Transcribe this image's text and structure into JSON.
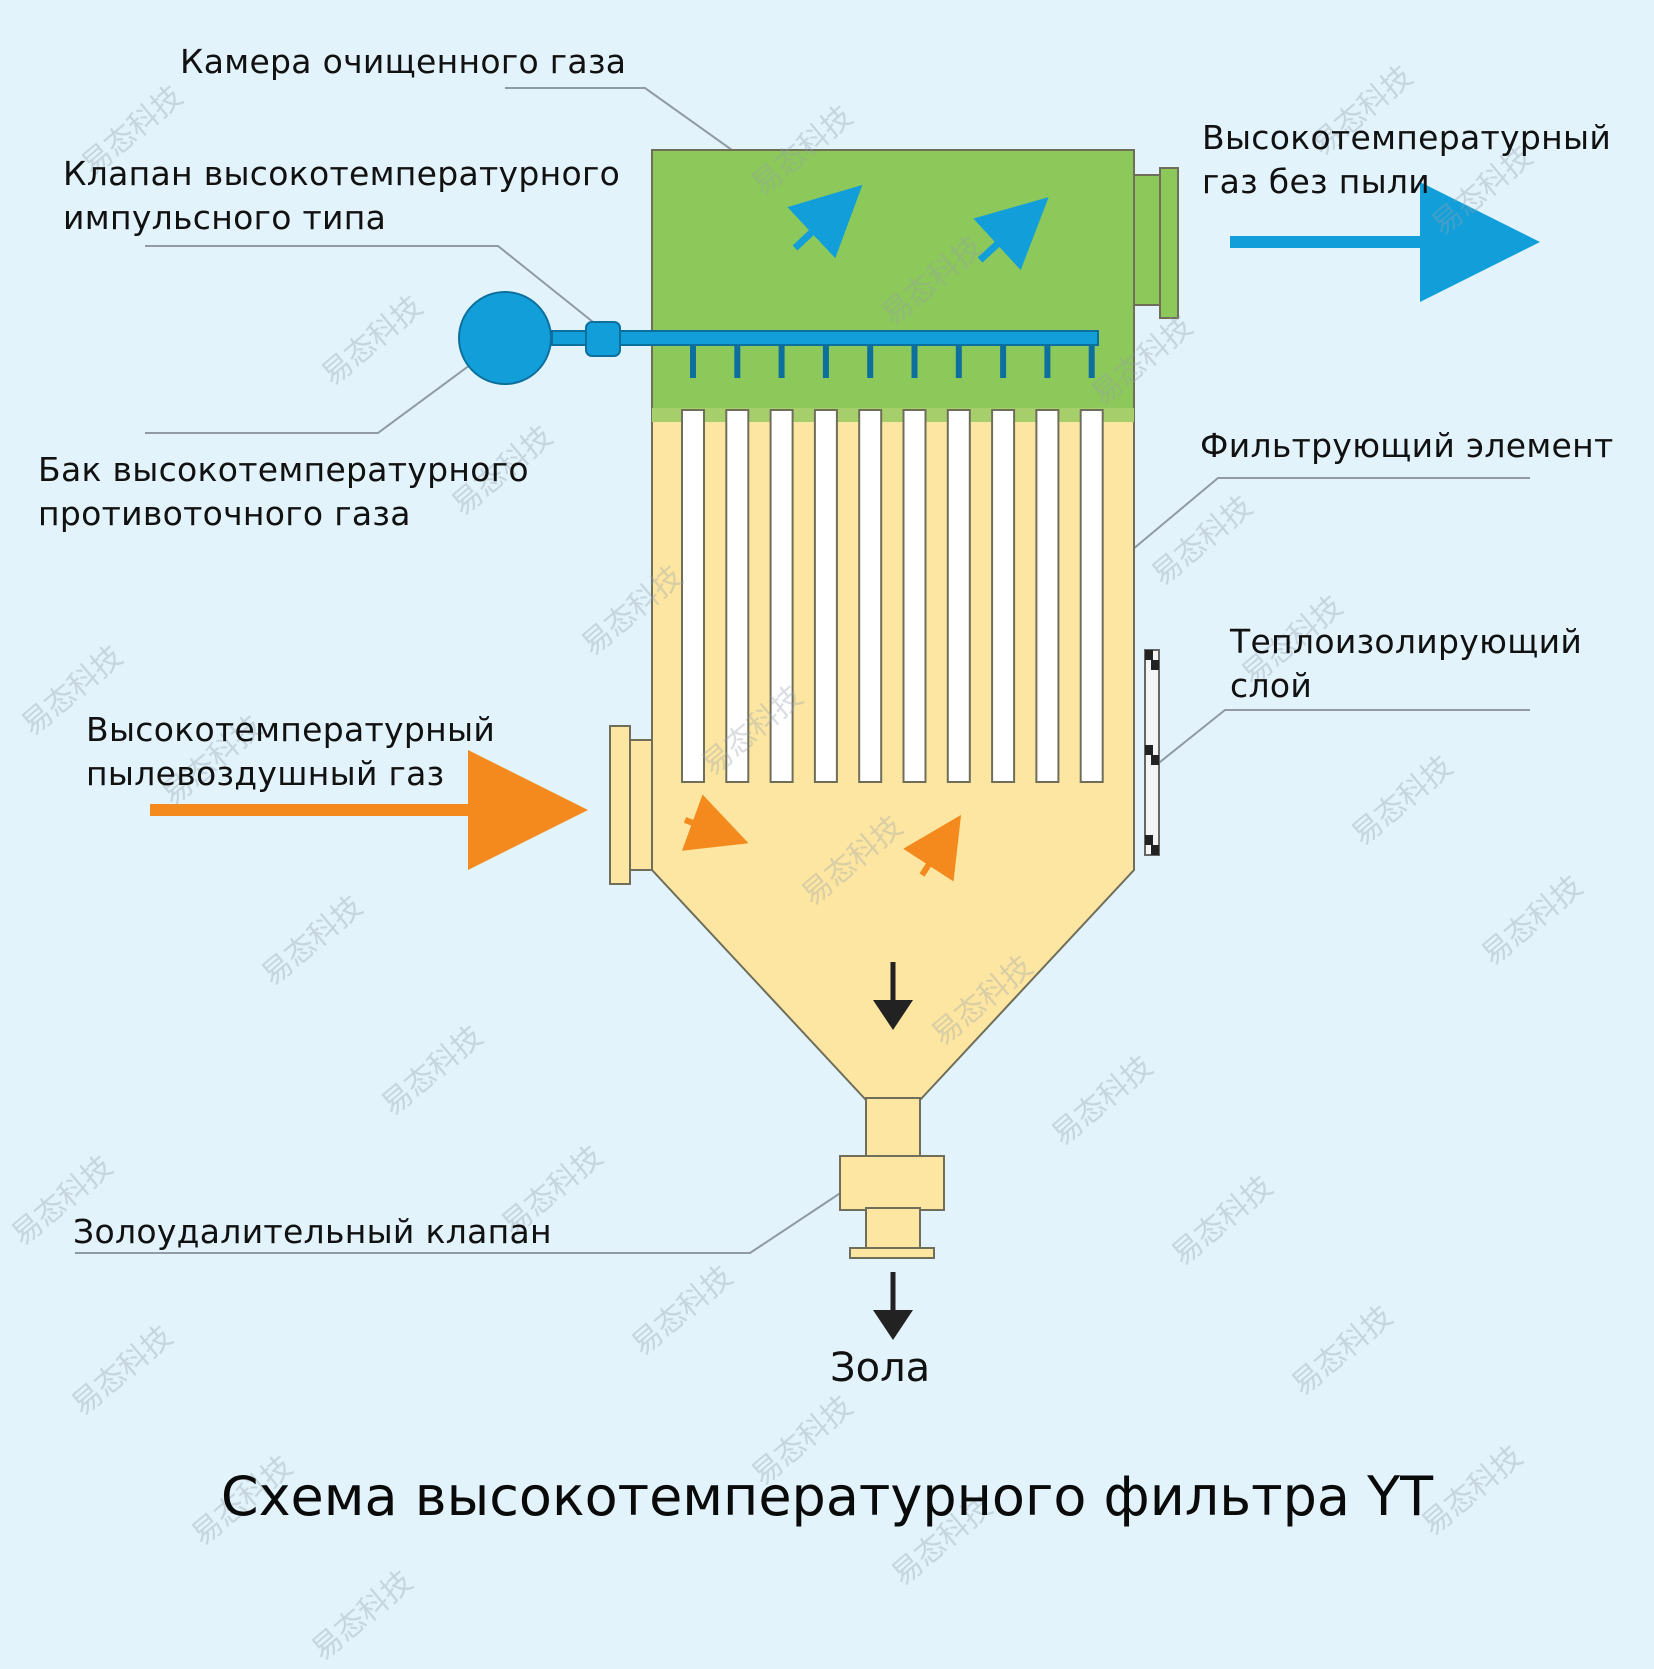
{
  "labels": {
    "clean_gas_chamber": "Камера очищенного газа",
    "pulse_valve_line1": "Клапан высокотемпературного",
    "pulse_valve_line2": "импульсного типа",
    "tank_line1": "Бак высокотемпературного",
    "tank_line2": "противоточного газа",
    "inlet_gas_line1": "Высокотемпературный",
    "inlet_gas_line2": "пылевоздушный газ",
    "ash_valve": "Золоудалительный клапан",
    "outlet_gas_line1": "Высокотемпературный",
    "outlet_gas_line2": "газ без пыли",
    "filter_element": "Фильтрующий элемент",
    "insulation_line1": "Теплоизолирующий",
    "insulation_line2": "слой",
    "ash": "Зола"
  },
  "title": "Схема высокотемпературного фильтра YT",
  "watermark": "易态科技",
  "colors": {
    "background": "#e2f3fb",
    "clean_chamber": "#8dc85a",
    "dirty_chamber": "#fde6a2",
    "blue": "#129fd9",
    "orange": "#f48a1d",
    "pipe_dark": "#0d6f9e",
    "outline": "#6e6e5a",
    "leader": "#8f9aa3"
  },
  "filter_tubes": 10,
  "icons": [
    "blue-flow-arrow-icon",
    "orange-flow-arrow-icon",
    "down-arrow-icon"
  ]
}
